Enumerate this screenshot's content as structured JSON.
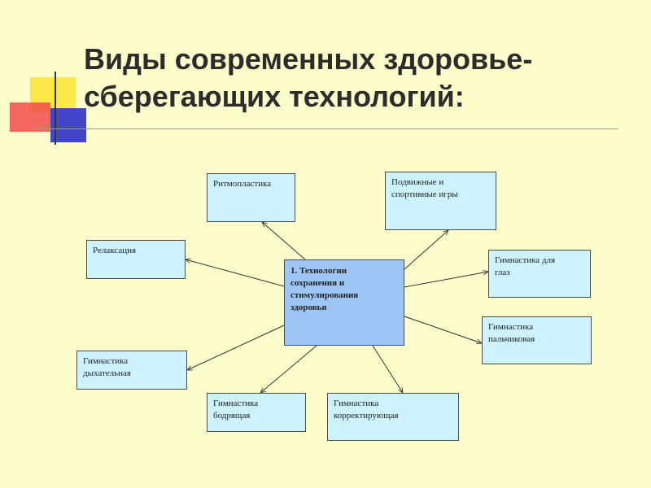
{
  "title": {
    "line1": "Виды современных здоровье-",
    "line2": "сберегающих технологий:"
  },
  "diagram": {
    "center": [
      "1. Технологии",
      "сохранения и",
      "стимулирования",
      "здоровья"
    ],
    "nodes": {
      "rhythmoplasty": [
        "Ритмопластика"
      ],
      "games": [
        "Подвижные и",
        "спортивные игры"
      ],
      "relaxation": [
        "Релаксация"
      ],
      "eye_gymnastics": [
        "Гимнастика для",
        "глаз"
      ],
      "finger_gymnastics": [
        "Гимнастика",
        "пальчиковая"
      ],
      "breathing_gymnastics": [
        "Гимнастика",
        "дыхательная"
      ],
      "invigorating_gymnastics": [
        "Гимнастика",
        "бодрящая"
      ],
      "corrective_gymnastics": [
        "Гимнастика",
        "корректирующая"
      ]
    }
  }
}
